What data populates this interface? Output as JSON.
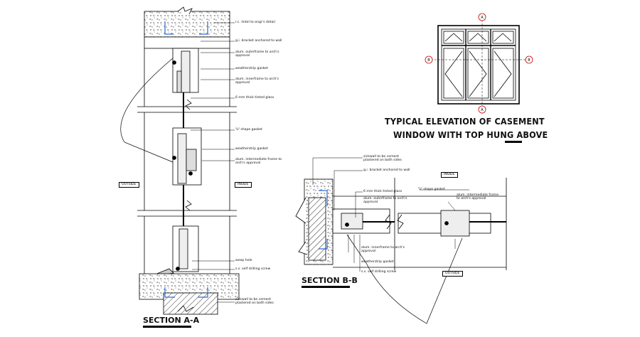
{
  "section_aa": {
    "title": "SECTION A-A",
    "outside_label": "OUTSIDE",
    "inside_label": "INSIDE",
    "labels": [
      "r.c. lintel to engr's detail",
      "g.i. bracket anchored to wall",
      "alum. outerframe to arch's\napproval",
      "weatherstrip gasket",
      "alum. innerframe to arch's\napproval",
      "6 mm thick tinted glass",
      "'U' shape gasket",
      "weatherstrip gasket",
      "alum. intermediate frame to\narch's approval",
      "weep hole",
      "s.s. self drilling screw",
      "sickwall to be cement\nplastered on both sides"
    ]
  },
  "section_bb": {
    "title": "SECTION B-B",
    "outside_label": "OUTSIDE",
    "inside_label": "INSIDE",
    "labels": [
      "sickwall to be cement\nplastered on both sides",
      "g.i. bracket anchored to wall",
      "6 mm thick tinted glass",
      "'U' shape gasket",
      "alum. outerframe to arch's\napproval",
      "alum. intermediate frame\nto arch's approval",
      "alum. innerframe to arch's\napproval",
      "weatherstrip gasket",
      "s.s. self drilling screw"
    ]
  },
  "elevation": {
    "title_line1": "TYPICAL ELEVATION OF CASEMENT",
    "title_line2": "WINDOW WITH TOP HUNG ABOVE",
    "markers": [
      "A",
      "B",
      "B",
      "A"
    ]
  }
}
